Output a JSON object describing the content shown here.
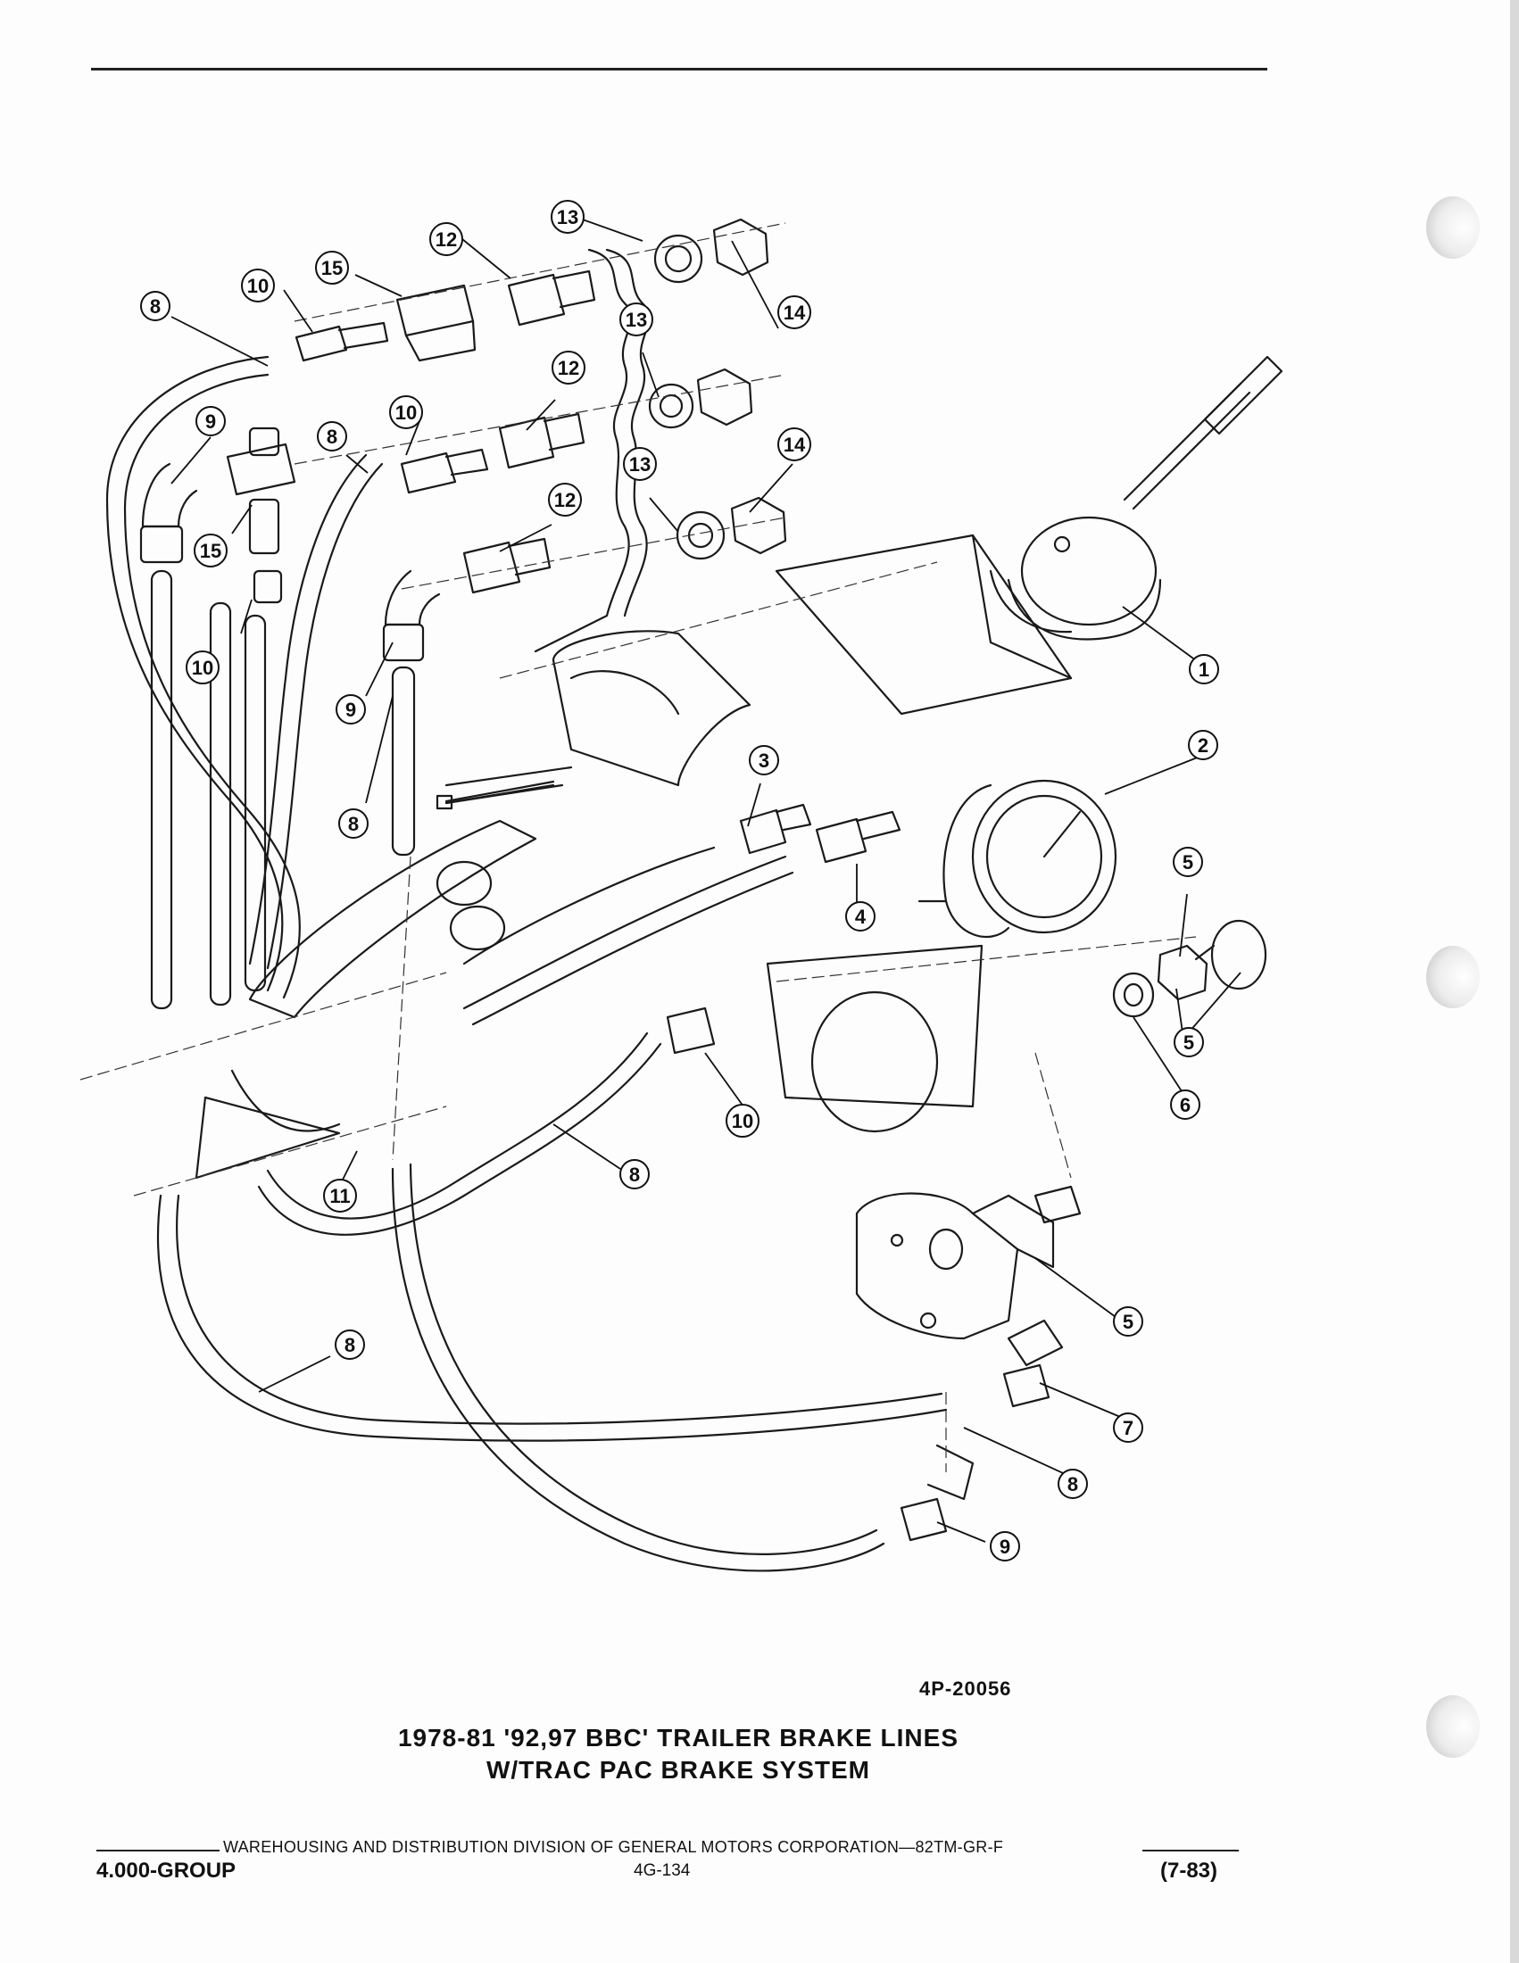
{
  "callouts": [
    "1",
    "2",
    "3",
    "4",
    "5",
    "6",
    "7",
    "8",
    "9",
    "10",
    "11",
    "12",
    "13",
    "14",
    "15"
  ],
  "figure_number": "4P-20056",
  "caption": {
    "line1": "1978-81 '92,97 BBC' TRAILER BRAKE LINES",
    "line2": "W/TRAC PAC BRAKE SYSTEM"
  },
  "footer": {
    "division_line": "WAREHOUSING AND DISTRIBUTION  DIVISION OF GENERAL MOTORS CORPORATION—82TM-GR-F",
    "group": "4.000-GROUP",
    "page": "4G-134",
    "date": "(7-83)"
  }
}
